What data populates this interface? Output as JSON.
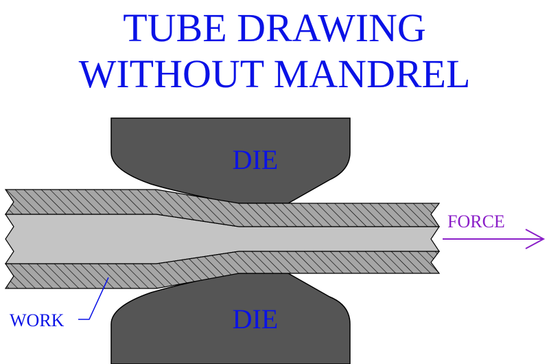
{
  "title": {
    "line1": "TUBE DRAWING",
    "line2": "WITHOUT MANDREL"
  },
  "labels": {
    "die_top": "DIE",
    "die_bottom": "DIE",
    "work": "WORK",
    "force": "FORCE"
  },
  "colors": {
    "title": "#0a12e6",
    "label": "#0a12e6",
    "force": "#8a1ec8",
    "die": "#555555",
    "tube_wall": "#a6a6a6",
    "tube_bore": "#c4c4c4",
    "outline": "#000000"
  }
}
